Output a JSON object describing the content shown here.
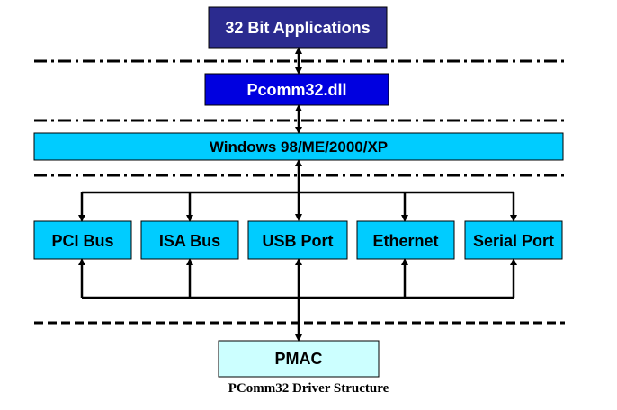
{
  "title_box": {
    "label": "32 Bit Applications",
    "fill": "#2b2b8f",
    "text_color": "#ffffff"
  },
  "dll_box": {
    "label": "Pcomm32.dll",
    "fill": "#0000e0",
    "text_color": "#ffffff"
  },
  "os_box": {
    "label": "Windows 98/ME/2000/XP",
    "fill": "#00ccff",
    "text_color": "#000000"
  },
  "bus_boxes": [
    {
      "label": "PCI Bus"
    },
    {
      "label": "ISA Bus"
    },
    {
      "label": "USB Port"
    },
    {
      "label": "Ethernet"
    },
    {
      "label": "Serial Port"
    }
  ],
  "bus_fill": "#00ccff",
  "device_box": {
    "label": "PMAC",
    "fill": "#ccffff",
    "text_color": "#000000"
  },
  "caption": "PComm32 Driver Structure"
}
